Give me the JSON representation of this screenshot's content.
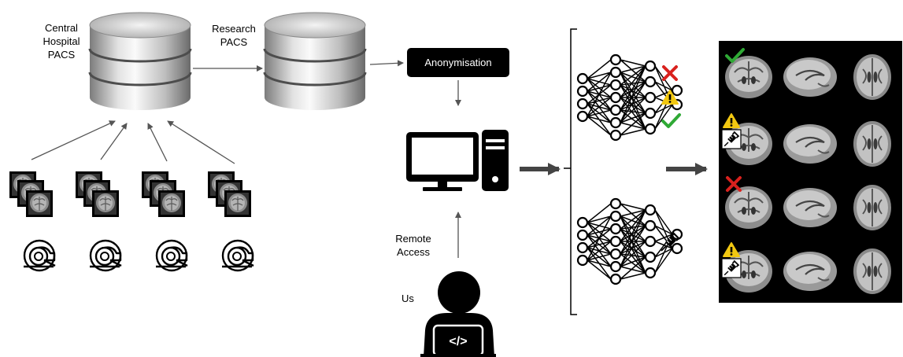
{
  "labels": {
    "central_pacs": "Central Hospital PACS",
    "research_pacs": "Research PACS",
    "anonymisation": "Anonymisation",
    "remote_access": "Remote Access",
    "us": "Us"
  },
  "colors": {
    "cross": "#d9211e",
    "check": "#2fa935",
    "warning": "#f2c811",
    "arrow": "#555555",
    "grid_bg": "#000000"
  },
  "icons": [
    "database-icon",
    "scanner-icon",
    "computer-icon",
    "user-laptop-icon",
    "neural-network-icon",
    "cross-icon",
    "warning-icon",
    "check-icon",
    "syringe-icon"
  ]
}
